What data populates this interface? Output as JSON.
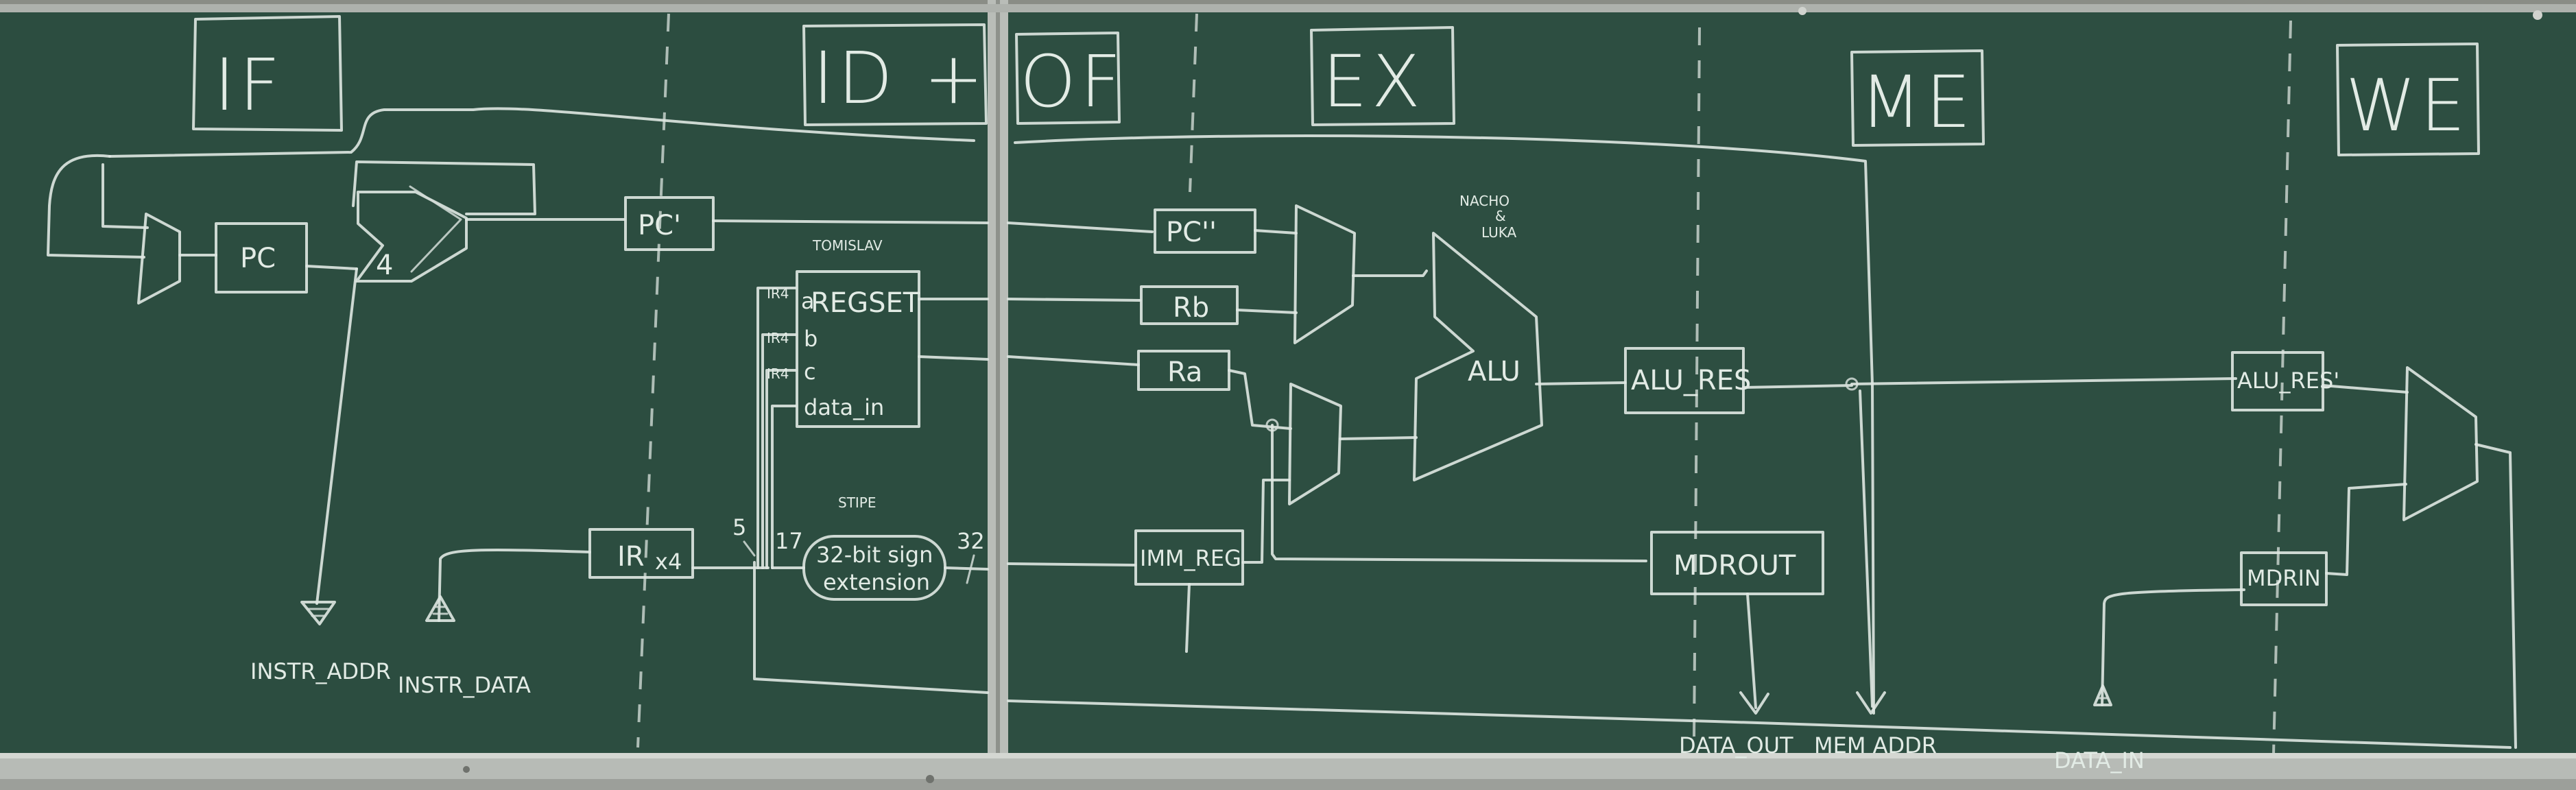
{
  "stages": {
    "if": "IF",
    "id": "ID +",
    "of": "OF",
    "ex": "EX",
    "me": "ME",
    "we": "WE"
  },
  "registers": {
    "pc": "PC",
    "pc1": "PC'",
    "pc2": "PC''",
    "rb": "Rb",
    "ra": "Ra",
    "ir": "IR",
    "imm": "IMM_REG",
    "alu_res": "ALU_RES",
    "alu_res2": "ALU_RES'",
    "mdrout": "MDROUT",
    "mdrin": "MDRIN"
  },
  "units": {
    "alu": "ALU",
    "regset": "REGSET",
    "regset_ports": [
      "a",
      "b",
      "c",
      "data_in"
    ],
    "ir_fields": [
      "IR4",
      "IR4",
      "IR4"
    ],
    "sign_ext_line1": "32-bit sign",
    "sign_ext_line2": "extension",
    "adder_const": "4",
    "ir_x4": "x4"
  },
  "bit_widths": [
    "5",
    "17",
    "32"
  ],
  "signals": {
    "instr_addr": "INSTR_ADDR",
    "instr_data": "INSTR_DATA",
    "data_out": "DATA_OUT",
    "mem_addr": "MEM ADDR",
    "data_in": "DATA_IN"
  },
  "annotations": {
    "regset_author": "TOMISLAV",
    "alu_author1": "NACHO",
    "alu_author_amp": "&",
    "alu_author2": "LUKA",
    "signext_author": "STIPE"
  },
  "colors": {
    "board": "#2c4d40",
    "chalk": "#dfe8e2",
    "frame": "#b9bdb8"
  }
}
